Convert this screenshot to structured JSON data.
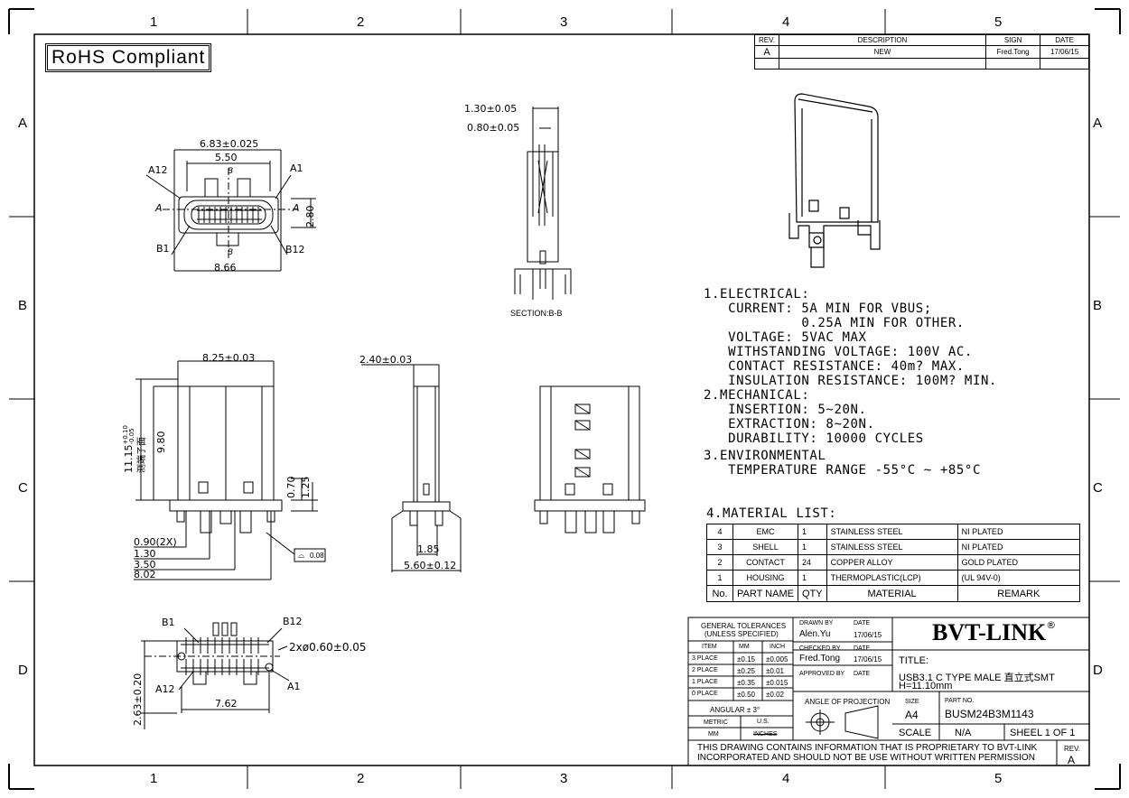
{
  "frame": {
    "top_zones": [
      "1",
      "2",
      "3",
      "4",
      "5"
    ],
    "bottom_zones": [
      "1",
      "2",
      "3",
      "4",
      "5"
    ],
    "side_zones": [
      "A",
      "B",
      "C",
      "D"
    ]
  },
  "rohs_label": "RoHS Compliant",
  "revision_table": {
    "headers": [
      "REV.",
      "DESCRIPTION",
      "SIGN",
      "DATE"
    ],
    "rows": [
      [
        "A",
        "NEW",
        "Fred.Tong",
        "17/06/15"
      ]
    ]
  },
  "top_view": {
    "dim_overall_top": "6.83±0.025",
    "dim_inner": "5.50",
    "dim_height": "2.80",
    "dim_overall_bottom": "8.66",
    "label_a12": "A12",
    "label_a1": "A1",
    "label_b1": "B1",
    "label_b12": "B12",
    "section_a": "A",
    "section_b": "B"
  },
  "section_view": {
    "dim_1": "1.30±0.05",
    "dim_2": "0.80±0.05",
    "caption": "SECTION:B-B"
  },
  "front_view": {
    "dim_width": "8.25±0.03",
    "dim_total_height": "11.15",
    "dim_total_tol_upper": "+0.10",
    "dim_total_tol_lower": "-0.05",
    "dim_total_note": "测端子面",
    "dim_body_height": "9.80",
    "dim_070": "0.70",
    "dim_125": "1.25",
    "dim_090": "0.90(2X)",
    "dim_130": "1.30",
    "dim_350": "3.50",
    "dim_802": "8.02",
    "flatness": "0.08"
  },
  "side_view": {
    "dim_thickness": "2.40±0.03",
    "dim_185": "1.85",
    "dim_560": "5.60±0.12"
  },
  "footprint": {
    "label_b1": "B1",
    "label_b12": "B12",
    "label_a12": "A12",
    "label_a1": "A1",
    "dim_holes": "2xø0.60±0.05",
    "dim_pitch": "7.62",
    "dim_v1": "2.63±0.20",
    "dim_v2": ""
  },
  "specs": [
    "1.ELECTRICAL:",
    "   CURRENT: 5A MIN FOR VBUS;",
    "            0.25A MIN FOR OTHER.",
    "   VOLTAGE: 5VAC MAX",
    "   WITHSTANDING VOLTAGE: 100V AC.",
    "   CONTACT RESISTANCE: 40m? MAX.",
    "   INSULATION RESISTANCE: 100M? MIN.",
    "2.MECHANICAL:",
    "   INSERTION: 5~20N.",
    "   EXTRACTION: 8~20N.",
    "   DURABILITY: 10000 CYCLES",
    "3.ENVIRONMENTAL",
    "   TEMPERATURE RANGE -55°C ~ +85°C"
  ],
  "material_list": {
    "title": "4.MATERIAL LIST:",
    "rows": [
      [
        "4",
        "EMC",
        "1",
        "STAINLESS STEEL",
        "NI PLATED"
      ],
      [
        "3",
        "SHELL",
        "1",
        "STAINLESS STEEL",
        "NI PLATED"
      ],
      [
        "2",
        "CONTACT",
        "24",
        "COPPER ALLOY",
        "GOLD PLATED"
      ],
      [
        "1",
        "HOUSING",
        "1",
        "THERMOPLASTIC(LCP)",
        "(UL 94V-0)"
      ]
    ],
    "header": [
      "No.",
      "PART NAME",
      "QTY",
      "MATERIAL",
      "REMARK"
    ]
  },
  "tolerances": {
    "title1": "GENERAL TOLERANCES",
    "title2": "(UNLESS SPECIFIED)",
    "headers": [
      "ITEM",
      "MM",
      "INCH"
    ],
    "rows": [
      [
        "3 PLACE",
        "±0.15",
        "±0.005"
      ],
      [
        "2 PLACE",
        "±0.25",
        "±0.01"
      ],
      [
        "1 PLACE",
        "±0.35",
        "±0.015"
      ],
      [
        "0 PLACE",
        "±0.50",
        "±0.02"
      ]
    ],
    "angular": "ANGULAR ± 3°",
    "metric": "METRIC",
    "us": "U.S.",
    "mm": "MM",
    "inches": "INCHES"
  },
  "title_block": {
    "drawn_by_label": "DRAWN BY",
    "drawn_by": "Alen.Yu",
    "date_label": "DATE",
    "drawn_date": "17/06/15",
    "checked_by_label": "CHECKED BY",
    "checked_by": "Fred.Tong",
    "checked_date": "17/06/15",
    "approved_by_label": "APPROVED BY",
    "approved_date_label": "DATE",
    "projection_label": "ANGLE OF PROJECTION",
    "company": "BVT-LINK",
    "registered": "®",
    "title_label": "TITLE:",
    "title_line1": "USB3.1 C TYPE MALE 直立式SMT",
    "title_line2": "H=11.10mm",
    "size_label": "SIZE",
    "size": "A4",
    "part_no_label": "PART NO.",
    "part_no": "BUSM24B3M1143",
    "scale_label": "SCALE",
    "scale": "N/A",
    "sheet": "SHEEL 1 OF 1",
    "notice_line1": "THIS DRAWING CONTAINS INFORMATION THAT IS PROPRIETARY TO BVT-LINK",
    "notice_line2": "INCORPORATED AND SHOULD NOT BE USE WITHOUT WRITTEN PERMISSION",
    "rev_label": "REV.",
    "rev": "A"
  }
}
